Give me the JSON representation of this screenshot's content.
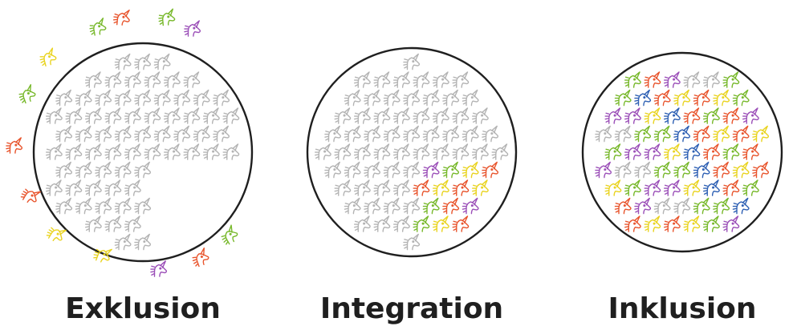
{
  "colors": {
    "gray": "#b3b3b3",
    "green": "#77b82a",
    "yellow": "#e9d31f",
    "red": "#e8542c",
    "purple": "#9b4fb8",
    "blue": "#2d5fb3",
    "outline": "#1f1f1f"
  },
  "icon": "unicorn-head-icon",
  "panels": [
    {
      "id": "exklusion",
      "title": "Exklusion"
    },
    {
      "id": "integration",
      "title": "Integration"
    },
    {
      "id": "inklusion",
      "title": "Inklusion"
    }
  ]
}
